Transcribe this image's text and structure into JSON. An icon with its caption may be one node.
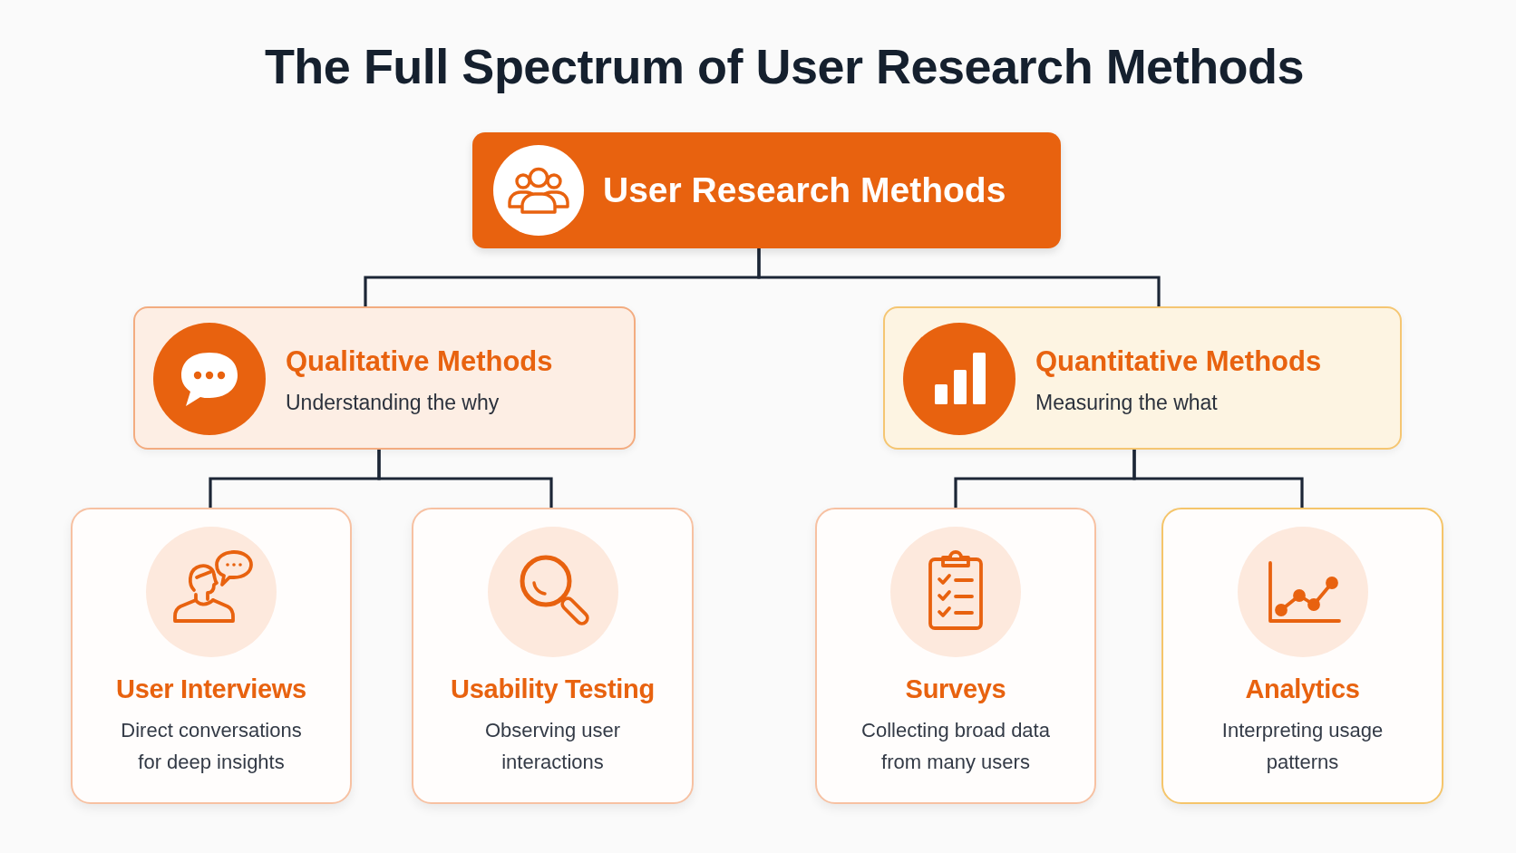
{
  "diagram": {
    "title": "The Full Spectrum of User Research Methods",
    "nodes": [
      {
        "text": [
          "User Research Methods"
        ]
      },
      {
        "text": [
          "Qualitative Methods",
          "Understanding the why"
        ]
      },
      {
        "text": [
          "Quantitative Methods",
          "Measuring the what"
        ]
      },
      {
        "text": [
          "User Interviews",
          "Direct conversations for deep insights"
        ]
      },
      {
        "text": [
          "Usability Testing",
          "Observing user interactions"
        ]
      },
      {
        "text": [
          "Surveys",
          "Collecting broad data from many users"
        ]
      },
      {
        "text": [
          "Analytics",
          "Interpreting usage patterns"
        ]
      }
    ],
    "edges": [
      {
        "from": 0,
        "to": 1,
        "arrow": "none"
      },
      {
        "from": 0,
        "to": 2,
        "arrow": "none"
      },
      {
        "from": 1,
        "to": 3,
        "arrow": "none"
      },
      {
        "from": 1,
        "to": 4,
        "arrow": "none"
      },
      {
        "from": 2,
        "to": 5,
        "arrow": "none"
      },
      {
        "from": 2,
        "to": 6,
        "arrow": "none"
      }
    ]
  }
}
